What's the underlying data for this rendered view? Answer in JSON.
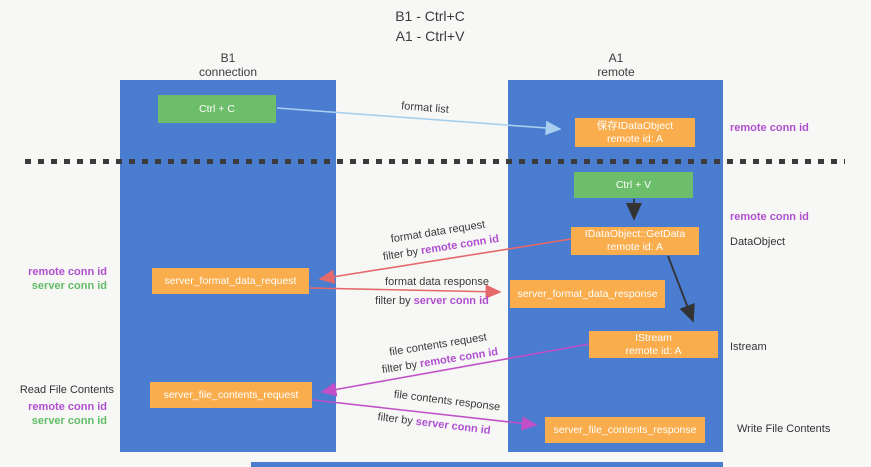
{
  "title": {
    "line1": "B1 - Ctrl+C",
    "line2": "A1 - Ctrl+V"
  },
  "lifelines": {
    "b1": {
      "title": "B1",
      "subtitle": "connection"
    },
    "a1": {
      "title": "A1",
      "subtitle": "remote"
    }
  },
  "nodes": {
    "ctrl_c": {
      "label": "Ctrl + C"
    },
    "ctrl_v": {
      "label": "Ctrl + V"
    },
    "save_idataobject": {
      "line1": "保存IDataObject",
      "line2": "remote id: A"
    },
    "idataobject_getdata": {
      "line1": "IDataObject::GetData",
      "line2": "remote id: A"
    },
    "istream": {
      "line1": "IStream",
      "line2": "remote id: A"
    },
    "server_format_data_request": {
      "label": "server_format_data_request"
    },
    "server_format_data_response": {
      "label": "server_format_data_response"
    },
    "server_file_contents_request": {
      "label": "server_file_contents_request"
    },
    "server_file_contents_response": {
      "label": "server_file_contents_response"
    }
  },
  "arrow_labels": {
    "format_list": "format list",
    "format_data_request": "format data request",
    "format_data_response": "format data response",
    "file_contents_request": "file contents request",
    "file_contents_response": "file contents response",
    "filter_by": "filter by ",
    "remote_conn_id": "remote conn id",
    "server_conn_id": "server conn id"
  },
  "side_labels": {
    "remote_conn_id": "remote conn id",
    "server_conn_id": "server conn id",
    "dataobject": "DataObject",
    "istream": "Istream",
    "read_file_contents": "Read File Contents",
    "write_file_contents": "Write File Contents"
  },
  "colors": {
    "lifeline_blue": "#4a7cd0",
    "node_green": "#6cbe6a",
    "node_orange": "#f9ad4d",
    "text_purple": "#b050cf",
    "text_green": "#62bd66",
    "arrow_red": "#e5696b",
    "arrow_magenta": "#c150c8",
    "arrow_lightblue": "#a8d0ee",
    "arrow_black": "#333333"
  }
}
